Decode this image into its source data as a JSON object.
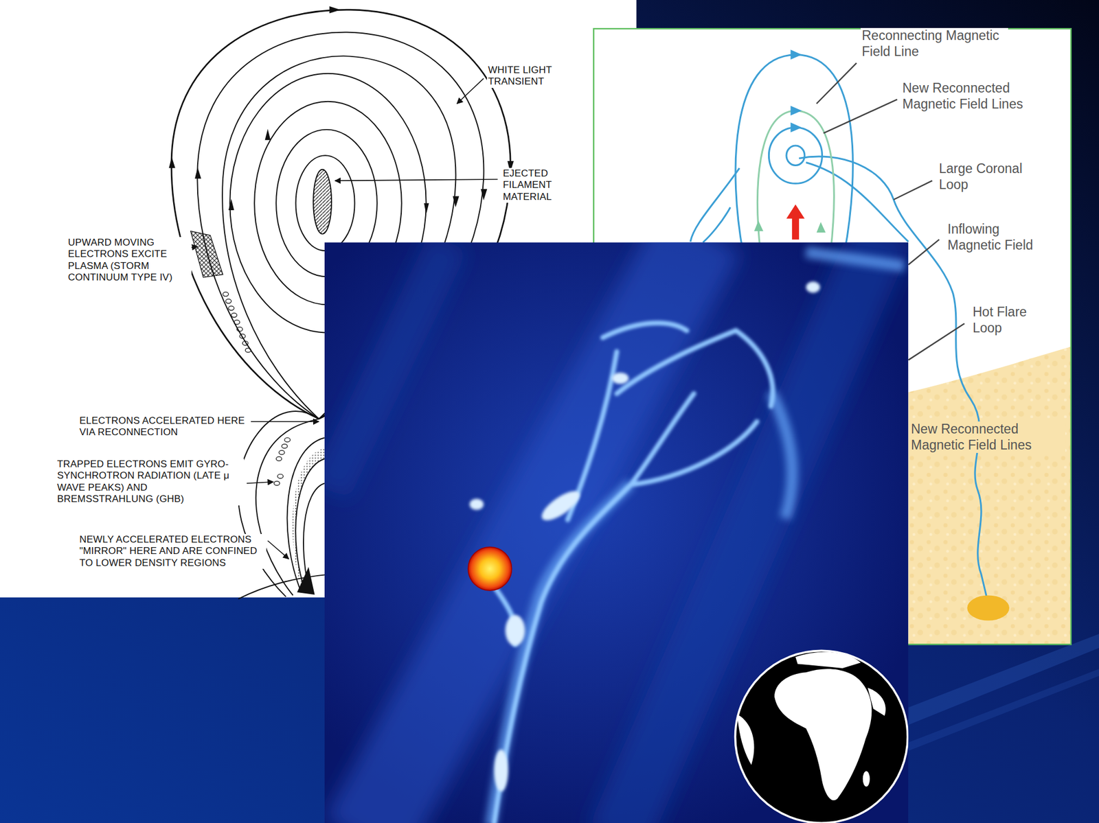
{
  "diagram": {
    "labels": [
      "WHITE LIGHT TRANSIENT",
      "EJECTED FILAMENT MATERIAL",
      "UPWARD MOVING ELECTRONS EXCITE PLASMA (STORM CONTINUUM TYPE IV)",
      "ELECTRONS ACCELERATED HERE VIA RECONNECTION",
      "TRAPPED ELECTRONS EMIT GYRO-SYNCHROTRON RADIATION (LATE μ WAVE PEAKS) AND BREMSSTRAHLUNG (GHB)",
      "NEWLY ACCELERATED ELECTRONS \"MIRROR\" HERE AND ARE CONFINED TO LOWER DENSITY REGIONS",
      "Reconnecting Magnetic Field Line",
      "New Reconnected Magnetic Field Lines",
      "Large Coronal Loop",
      "Inflowing Magnetic Field",
      "Hot Flare Loop",
      "New Reconnected Magnetic Field Lines"
    ]
  }
}
